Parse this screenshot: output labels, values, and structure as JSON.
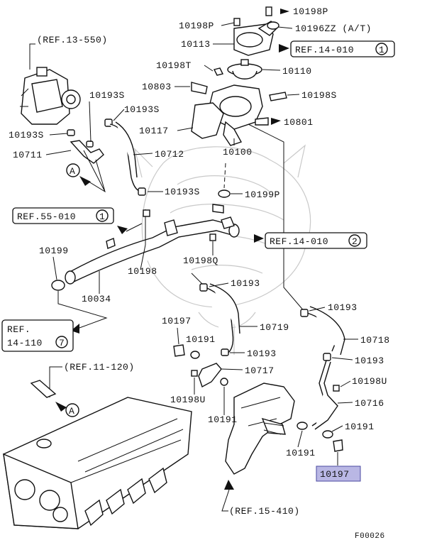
{
  "diagram": {
    "part_labels": {
      "p10198P_top": "10198P",
      "p10198P_left": "10198P",
      "p10196ZZ": "10196ZZ (A/T)",
      "p10113": "10113",
      "p10198T": "10198T",
      "p10110": "10110",
      "p10803": "10803",
      "p10198S": "10198S",
      "p10193S_a": "10193S",
      "p10193S_b": "10193S",
      "p10193S_c": "10193S",
      "p10193S_d": "10193S",
      "p10117": "10117",
      "p10801": "10801",
      "p10711": "10711",
      "p10712": "10712",
      "p10100": "10100",
      "p10199P": "10199P",
      "p10199": "10199",
      "p10198": "10198",
      "p10198Q": "10198Q",
      "p10034": "10034",
      "p10193_a": "10193",
      "p10193_b": "10193",
      "p10193_c": "10193",
      "p10193_d": "10193",
      "p10719": "10719",
      "p10718": "10718",
      "p10197_a": "10197",
      "p10191_a": "10191",
      "p10191_b": "10191",
      "p10191_c": "10191",
      "p10191_d": "10191",
      "p10717": "10717",
      "p10198U_a": "10198U",
      "p10198U_b": "10198U",
      "p10716": "10716",
      "p10197_hl": "10197",
      "callout_A1": "A",
      "callout_A2": "A",
      "figure_code": "F00026"
    },
    "references": {
      "ref_13_550": "(REF.13-550)",
      "ref_14_010_1": "REF.14-010",
      "ref_14_010_1_num": "1",
      "ref_55_010": "REF.55-010",
      "ref_55_010_num": "1",
      "ref_14_010_2": "REF.14-010",
      "ref_14_010_2_num": "2",
      "ref_14_110_a": "REF.",
      "ref_14_110_b": "14-110",
      "ref_14_110_num": "7",
      "ref_11_120": "(REF.11-120)",
      "ref_15_410": "(REF.15-410)"
    },
    "colors": {
      "highlight": "#b9b7e4",
      "line": "#111111",
      "watermark": "#c9c9c9"
    }
  }
}
